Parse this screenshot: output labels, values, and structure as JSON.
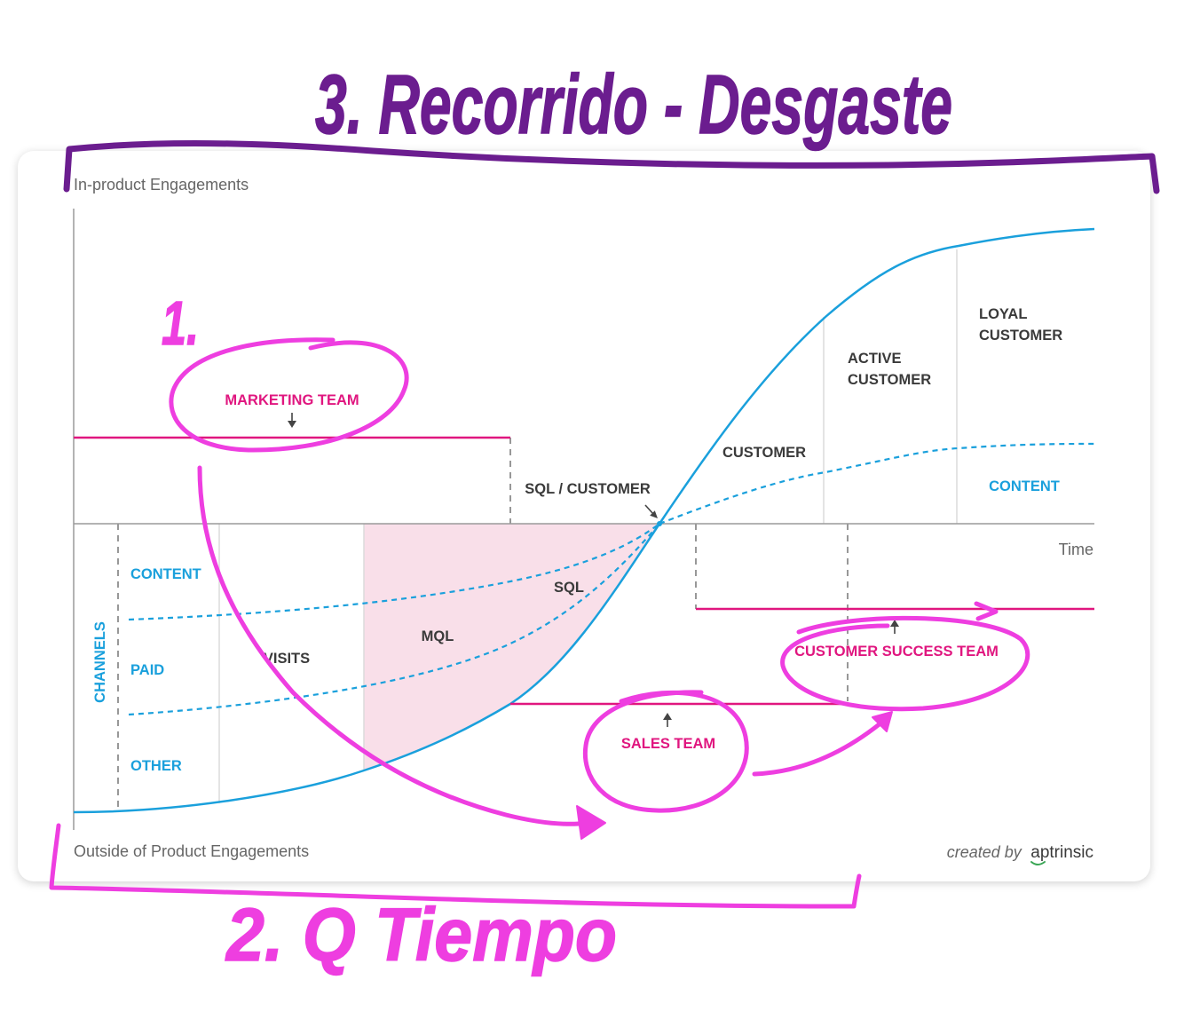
{
  "annotations": {
    "title": "3. Recorrido - Desgaste",
    "step_1": "1.",
    "step_2": "2. Q Tiempo"
  },
  "axes": {
    "y_top_label": "In-product Engagements",
    "y_bottom_label": "Outside of Product Engagements",
    "x_label": "Time"
  },
  "stages": {
    "visits": "VISITS",
    "mql": "MQL",
    "sql": "SQL",
    "sql_customer": "SQL / CUSTOMER",
    "customer": "CUSTOMER",
    "active_customer": [
      "ACTIVE",
      "CUSTOMER"
    ],
    "loyal_customer": [
      "LOYAL",
      "CUSTOMER"
    ]
  },
  "channels": {
    "label": "CHANNELS",
    "items": [
      "CONTENT",
      "PAID",
      "OTHER"
    ]
  },
  "post_sale_channel": "CONTENT",
  "teams": {
    "marketing": "MARKETING TEAM",
    "sales": "SALES TEAM",
    "customer_success": "CUSTOMER SUCCESS TEAM"
  },
  "credit": {
    "prefix": "created by",
    "brand": "aptrinsic"
  },
  "colors": {
    "purple_ink": "#6b1d8f",
    "magenta_ink": "#ee3ee0",
    "team_magenta": "#e0167f",
    "journey_blue": "#1aa0dc",
    "stage_text": "#3a3a3a",
    "axis_text": "#666666",
    "mql_highlight": "#f9dfe9",
    "brand_green": "#3aa655"
  }
}
